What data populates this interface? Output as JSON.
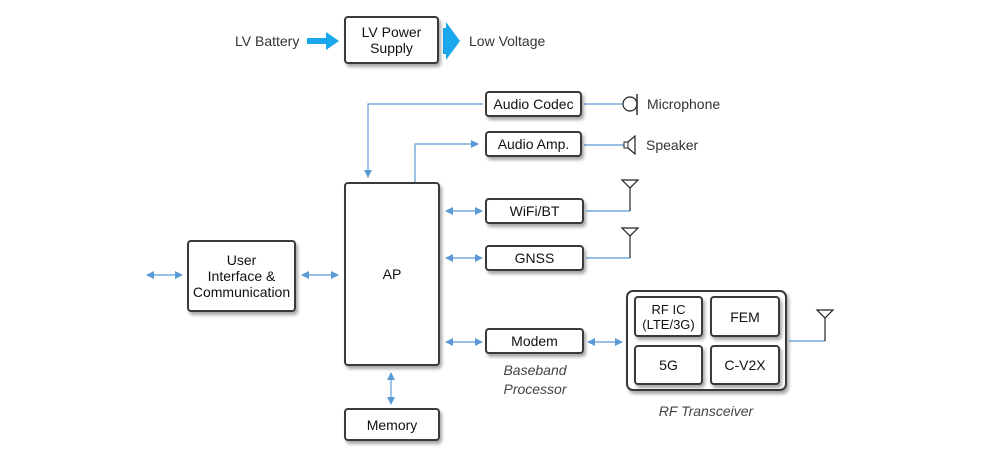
{
  "power": {
    "input_label": "LV Battery",
    "block": "LV Power\nSupply",
    "output_label": "Low Voltage"
  },
  "blocks": {
    "audio_codec": "Audio Codec",
    "audio_amp": "Audio Amp.",
    "wifi_bt": "WiFi/BT",
    "gnss": "GNSS",
    "modem": "Modem",
    "ap": "AP",
    "user_interface": "User\nInterface &\nCommunication",
    "memory": "Memory"
  },
  "peripherals": {
    "microphone": "Microphone",
    "speaker": "Speaker"
  },
  "captions": {
    "baseband": "Baseband\nProcessor",
    "rf_transceiver": "RF Transceiver"
  },
  "rf_transceiver": {
    "rf_ic": "RF IC\n(LTE/3G)",
    "fem": "FEM",
    "five_g": "5G",
    "cv2x": "C-V2X"
  },
  "colors": {
    "power_arrow": "#1aa7ec",
    "signal_line": "#5b9bd5",
    "box_border": "#3a3a3a"
  }
}
